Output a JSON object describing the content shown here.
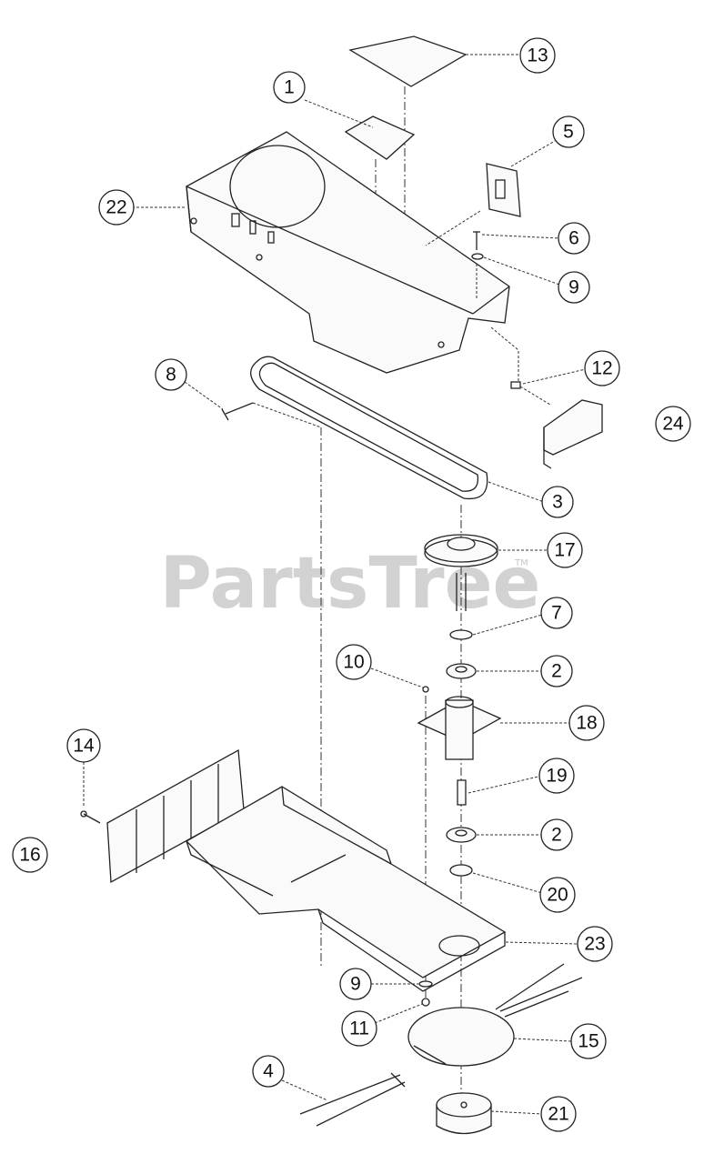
{
  "watermark": {
    "brand": "PartsTree",
    "mark": "TM"
  },
  "callouts": [
    {
      "label": "13"
    },
    {
      "label": "1"
    },
    {
      "label": "5"
    },
    {
      "label": "22"
    },
    {
      "label": "6"
    },
    {
      "label": "9"
    },
    {
      "label": "8"
    },
    {
      "label": "12"
    },
    {
      "label": "24"
    },
    {
      "label": "3"
    },
    {
      "label": "17"
    },
    {
      "label": "7"
    },
    {
      "label": "10"
    },
    {
      "label": "2"
    },
    {
      "label": "18"
    },
    {
      "label": "14"
    },
    {
      "label": "19"
    },
    {
      "label": "2"
    },
    {
      "label": "16"
    },
    {
      "label": "20"
    },
    {
      "label": "23"
    },
    {
      "label": "9"
    },
    {
      "label": "11"
    },
    {
      "label": "15"
    },
    {
      "label": "4"
    },
    {
      "label": "21"
    }
  ]
}
